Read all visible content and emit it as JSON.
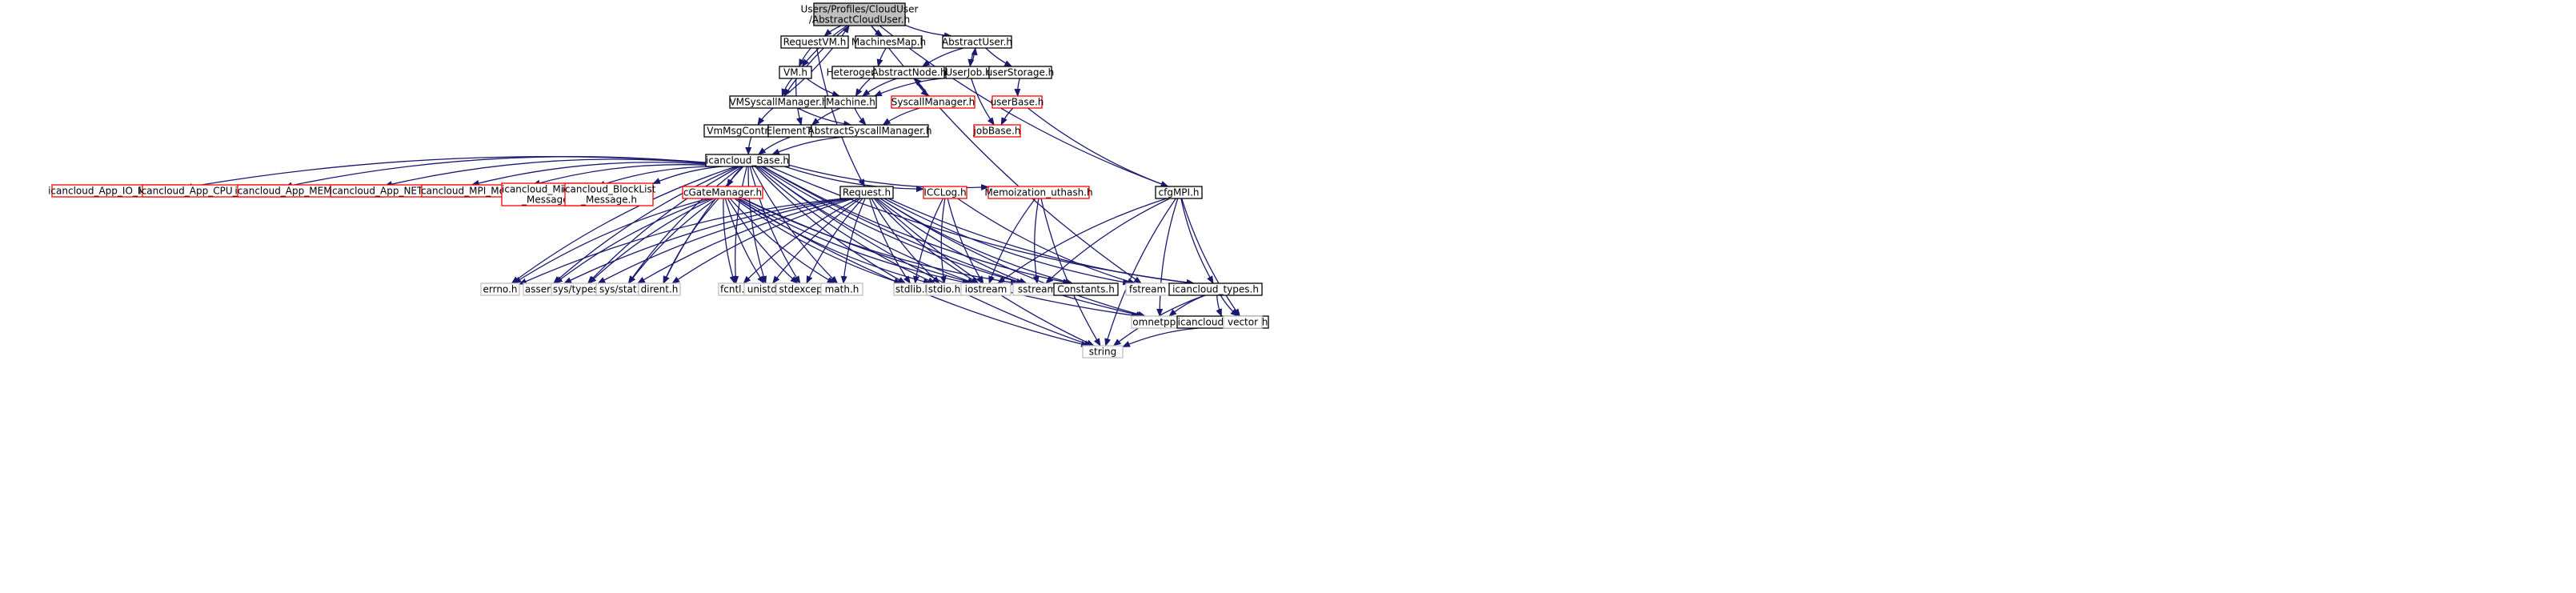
{
  "diagram": {
    "type": "include-dependency-graph",
    "colors": {
      "edge": "#191970",
      "root_fill": "#bfbfbf",
      "documented_border": "#000000",
      "undocumented_border": "#bfbfbf",
      "truncated_border": "#ff0000"
    },
    "nodes": [
      {
        "id": "root",
        "label": [
          "Users/Profiles/CloudUser",
          "/AbstractCloudUser.h"
        ],
        "style": "root"
      },
      {
        "id": "requestvm",
        "label": [
          "RequestVM.h"
        ],
        "style": "black"
      },
      {
        "id": "machinesmap",
        "label": [
          "MachinesMap.h"
        ],
        "style": "black"
      },
      {
        "id": "abstractuser",
        "label": [
          "AbstractUser.h"
        ],
        "style": "black"
      },
      {
        "id": "vm",
        "label": [
          "VM.h"
        ],
        "style": "black"
      },
      {
        "id": "heterogeneousset",
        "label": [
          "HeterogeneousSet.h"
        ],
        "style": "black"
      },
      {
        "id": "abstractnode",
        "label": [
          "AbstractNode.h"
        ],
        "style": "black"
      },
      {
        "id": "userjob",
        "label": [
          "UserJob.h"
        ],
        "style": "black"
      },
      {
        "id": "userstorage",
        "label": [
          "userStorage.h"
        ],
        "style": "black"
      },
      {
        "id": "vmsyscallmanager",
        "label": [
          "VMSyscallManager.h"
        ],
        "style": "black"
      },
      {
        "id": "machine",
        "label": [
          "Machine.h"
        ],
        "style": "black"
      },
      {
        "id": "syscallmanager",
        "label": [
          "SyscallManager.h"
        ],
        "style": "red"
      },
      {
        "id": "userbase",
        "label": [
          "userBase.h"
        ],
        "style": "red"
      },
      {
        "id": "vmmsgcontroller",
        "label": [
          "VmMsgController.h"
        ],
        "style": "black"
      },
      {
        "id": "elementtype",
        "label": [
          "ElementType.h"
        ],
        "style": "black"
      },
      {
        "id": "abstractsyscallmanager",
        "label": [
          "AbstractSyscallManager.h"
        ],
        "style": "black"
      },
      {
        "id": "jobbase",
        "label": [
          "jobBase.h"
        ],
        "style": "red"
      },
      {
        "id": "icancloudbase",
        "label": [
          "icancloud_Base.h"
        ],
        "style": "black"
      },
      {
        "id": "appio",
        "label": [
          "icancloud_App_IO_Message.h"
        ],
        "style": "red"
      },
      {
        "id": "appcpu",
        "label": [
          "icancloud_App_CPU_Message.h"
        ],
        "style": "red"
      },
      {
        "id": "appmem",
        "label": [
          "icancloud_App_MEM_Message.h"
        ],
        "style": "red"
      },
      {
        "id": "appnet",
        "label": [
          "icancloud_App_NET_Message.h"
        ],
        "style": "red"
      },
      {
        "id": "mpimsg",
        "label": [
          "icancloud_MPI_Message.h"
        ],
        "style": "red"
      },
      {
        "id": "migration",
        "label": [
          "icancloud_Migration",
          "_Message.h"
        ],
        "style": "red"
      },
      {
        "id": "blocklist",
        "label": [
          "icancloud_BlockList",
          "_Message.h"
        ],
        "style": "red"
      },
      {
        "id": "cgatemanager",
        "label": [
          "cGateManager.h"
        ],
        "style": "red"
      },
      {
        "id": "request",
        "label": [
          "Request.h"
        ],
        "style": "black"
      },
      {
        "id": "icclog",
        "label": [
          "ICCLog.h"
        ],
        "style": "red"
      },
      {
        "id": "memoization",
        "label": [
          "Memoization_uthash.h"
        ],
        "style": "red"
      },
      {
        "id": "cfgmpi",
        "label": [
          "cfgMPI.h"
        ],
        "style": "black"
      },
      {
        "id": "errno",
        "label": [
          "errno.h"
        ],
        "style": "gray"
      },
      {
        "id": "assert",
        "label": [
          "assert.h"
        ],
        "style": "gray"
      },
      {
        "id": "systypes",
        "label": [
          "sys/types.h"
        ],
        "style": "gray"
      },
      {
        "id": "sysstat",
        "label": [
          "sys/stat.h"
        ],
        "style": "gray"
      },
      {
        "id": "dirent",
        "label": [
          "dirent.h"
        ],
        "style": "gray"
      },
      {
        "id": "fcntl",
        "label": [
          "fcntl.h"
        ],
        "style": "gray"
      },
      {
        "id": "unistd",
        "label": [
          "unistd.h"
        ],
        "style": "gray"
      },
      {
        "id": "stdexcept",
        "label": [
          "stdexcept"
        ],
        "style": "gray"
      },
      {
        "id": "math",
        "label": [
          "math.h"
        ],
        "style": "gray"
      },
      {
        "id": "stdlib",
        "label": [
          "stdlib.h"
        ],
        "style": "gray"
      },
      {
        "id": "stdio",
        "label": [
          "stdio.h"
        ],
        "style": "gray"
      },
      {
        "id": "iostream",
        "label": [
          "iostream"
        ],
        "style": "gray"
      },
      {
        "id": "sstream",
        "label": [
          "sstream"
        ],
        "style": "gray"
      },
      {
        "id": "constants",
        "label": [
          "Constants.h"
        ],
        "style": "black"
      },
      {
        "id": "fstream",
        "label": [
          "fstream"
        ],
        "style": "gray"
      },
      {
        "id": "icancloudtypes",
        "label": [
          "icancloud_types.h"
        ],
        "style": "black"
      },
      {
        "id": "omnetpp",
        "label": [
          "omnetpp.h"
        ],
        "style": "gray"
      },
      {
        "id": "icanclouddebug",
        "label": [
          "icancloud_debug.h"
        ],
        "style": "black"
      },
      {
        "id": "vector",
        "label": [
          "vector"
        ],
        "style": "gray"
      },
      {
        "id": "string",
        "label": [
          "string"
        ],
        "style": "gray"
      }
    ],
    "edges": [
      [
        "root",
        "requestvm"
      ],
      [
        "root",
        "machinesmap"
      ],
      [
        "root",
        "abstractuser"
      ],
      [
        "root",
        "vm"
      ],
      [
        "root",
        "vmsyscallmanager"
      ],
      [
        "root",
        "fstream"
      ],
      [
        "root",
        "cfgmpi"
      ],
      [
        "requestvm",
        "vm"
      ],
      [
        "requestvm",
        "request"
      ],
      [
        "machinesmap",
        "heterogeneousset"
      ],
      [
        "abstractuser",
        "abstractnode"
      ],
      [
        "abstractuser",
        "userjob"
      ],
      [
        "abstractuser",
        "userstorage"
      ],
      [
        "vm",
        "vmsyscallmanager"
      ],
      [
        "vm",
        "machine"
      ],
      [
        "vm",
        "elementtype"
      ],
      [
        "heterogeneousset",
        "machine"
      ],
      [
        "abstractnode",
        "machine"
      ],
      [
        "abstractnode",
        "syscallmanager"
      ],
      [
        "userjob",
        "abstractuser"
      ],
      [
        "userjob",
        "machine"
      ],
      [
        "userjob",
        "jobbase"
      ],
      [
        "userstorage",
        "userbase"
      ],
      [
        "vmsyscallmanager",
        "root"
      ],
      [
        "vmsyscallmanager",
        "vmmsgcontroller"
      ],
      [
        "vmsyscallmanager",
        "abstractsyscallmanager"
      ],
      [
        "machine",
        "elementtype"
      ],
      [
        "machine",
        "abstractsyscallmanager"
      ],
      [
        "syscallmanager",
        "abstractnode"
      ],
      [
        "syscallmanager",
        "abstractsyscallmanager"
      ],
      [
        "userbase",
        "jobbase"
      ],
      [
        "userbase",
        "cfgmpi"
      ],
      [
        "vmmsgcontroller",
        "icancloudbase"
      ],
      [
        "elementtype",
        "icancloudbase"
      ],
      [
        "abstractsyscallmanager",
        "icancloudbase"
      ],
      [
        "icancloudbase",
        "appio"
      ],
      [
        "icancloudbase",
        "appcpu"
      ],
      [
        "icancloudbase",
        "appmem"
      ],
      [
        "icancloudbase",
        "appnet"
      ],
      [
        "icancloudbase",
        "mpimsg"
      ],
      [
        "icancloudbase",
        "migration"
      ],
      [
        "icancloudbase",
        "blocklist"
      ],
      [
        "icancloudbase",
        "cgatemanager"
      ],
      [
        "icancloudbase",
        "icclog"
      ],
      [
        "icancloudbase",
        "memoization"
      ],
      [
        "icancloudbase",
        "errno"
      ],
      [
        "icancloudbase",
        "assert"
      ],
      [
        "icancloudbase",
        "systypes"
      ],
      [
        "icancloudbase",
        "sysstat"
      ],
      [
        "icancloudbase",
        "dirent"
      ],
      [
        "icancloudbase",
        "fcntl"
      ],
      [
        "icancloudbase",
        "unistd"
      ],
      [
        "icancloudbase",
        "stdexcept"
      ],
      [
        "icancloudbase",
        "math"
      ],
      [
        "icancloudbase",
        "stdlib"
      ],
      [
        "icancloudbase",
        "stdio"
      ],
      [
        "icancloudbase",
        "iostream"
      ],
      [
        "icancloudbase",
        "sstream"
      ],
      [
        "icancloudbase",
        "constants"
      ],
      [
        "icancloudbase",
        "icancloudtypes"
      ],
      [
        "icancloudbase",
        "omnetpp"
      ],
      [
        "icancloudbase",
        "string"
      ],
      [
        "cgatemanager",
        "errno"
      ],
      [
        "cgatemanager",
        "assert"
      ],
      [
        "cgatemanager",
        "systypes"
      ],
      [
        "cgatemanager",
        "sysstat"
      ],
      [
        "cgatemanager",
        "dirent"
      ],
      [
        "cgatemanager",
        "fcntl"
      ],
      [
        "cgatemanager",
        "unistd"
      ],
      [
        "cgatemanager",
        "stdexcept"
      ],
      [
        "cgatemanager",
        "math"
      ],
      [
        "cgatemanager",
        "stdlib"
      ],
      [
        "cgatemanager",
        "stdio"
      ],
      [
        "cgatemanager",
        "iostream"
      ],
      [
        "cgatemanager",
        "sstream"
      ],
      [
        "cgatemanager",
        "omnetpp"
      ],
      [
        "cgatemanager",
        "string"
      ],
      [
        "request",
        "errno"
      ],
      [
        "request",
        "assert"
      ],
      [
        "request",
        "systypes"
      ],
      [
        "request",
        "sysstat"
      ],
      [
        "request",
        "dirent"
      ],
      [
        "request",
        "fcntl"
      ],
      [
        "request",
        "unistd"
      ],
      [
        "request",
        "stdexcept"
      ],
      [
        "request",
        "math"
      ],
      [
        "request",
        "stdlib"
      ],
      [
        "request",
        "stdio"
      ],
      [
        "request",
        "iostream"
      ],
      [
        "request",
        "sstream"
      ],
      [
        "request",
        "constants"
      ],
      [
        "request",
        "fstream"
      ],
      [
        "request",
        "icancloudtypes"
      ],
      [
        "request",
        "omnetpp"
      ],
      [
        "request",
        "string"
      ],
      [
        "icclog",
        "stdlib"
      ],
      [
        "icclog",
        "stdio"
      ],
      [
        "icclog",
        "iostream"
      ],
      [
        "icclog",
        "fstream"
      ],
      [
        "memoization",
        "iostream"
      ],
      [
        "memoization",
        "sstream"
      ],
      [
        "memoization",
        "string"
      ],
      [
        "cfgmpi",
        "iostream"
      ],
      [
        "cfgmpi",
        "sstream"
      ],
      [
        "cfgmpi",
        "icancloudtypes"
      ],
      [
        "cfgmpi",
        "omnetpp"
      ],
      [
        "cfgmpi",
        "vector"
      ],
      [
        "cfgmpi",
        "string"
      ],
      [
        "icancloudtypes",
        "omnetpp"
      ],
      [
        "icancloudtypes",
        "icanclouddebug"
      ],
      [
        "icancloudtypes",
        "vector"
      ],
      [
        "icancloudtypes",
        "string"
      ],
      [
        "icanclouddebug",
        "string"
      ]
    ]
  }
}
